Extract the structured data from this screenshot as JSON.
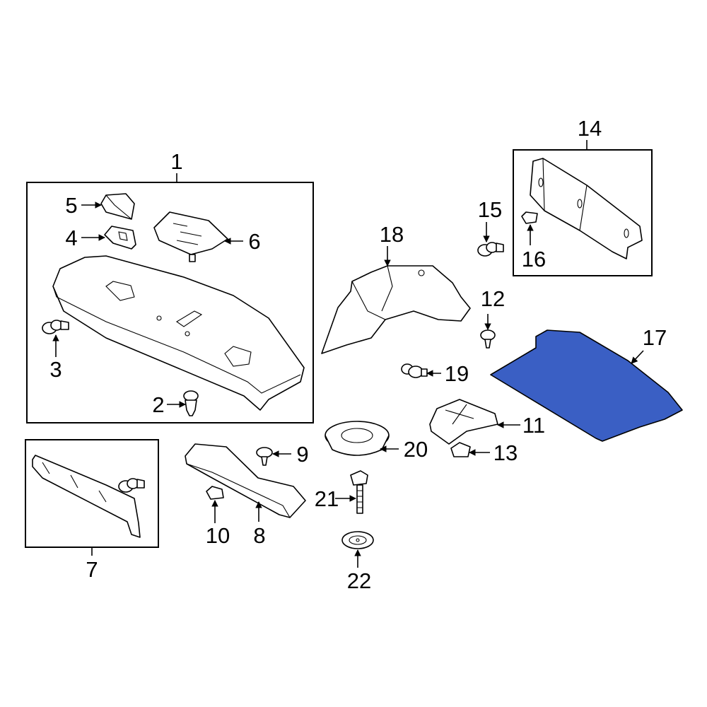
{
  "highlight_color": "#3a5fc4",
  "highlighted_part": "17",
  "callouts": {
    "c1": "1",
    "c2": "2",
    "c3": "3",
    "c4": "4",
    "c5": "5",
    "c6": "6",
    "c7": "7",
    "c8": "8",
    "c9": "9",
    "c10": "10",
    "c11": "11",
    "c12": "12",
    "c13": "13",
    "c14": "14",
    "c15": "15",
    "c16": "16",
    "c17": "17",
    "c18": "18",
    "c19": "19",
    "c20": "20",
    "c21": "21",
    "c22": "22"
  }
}
